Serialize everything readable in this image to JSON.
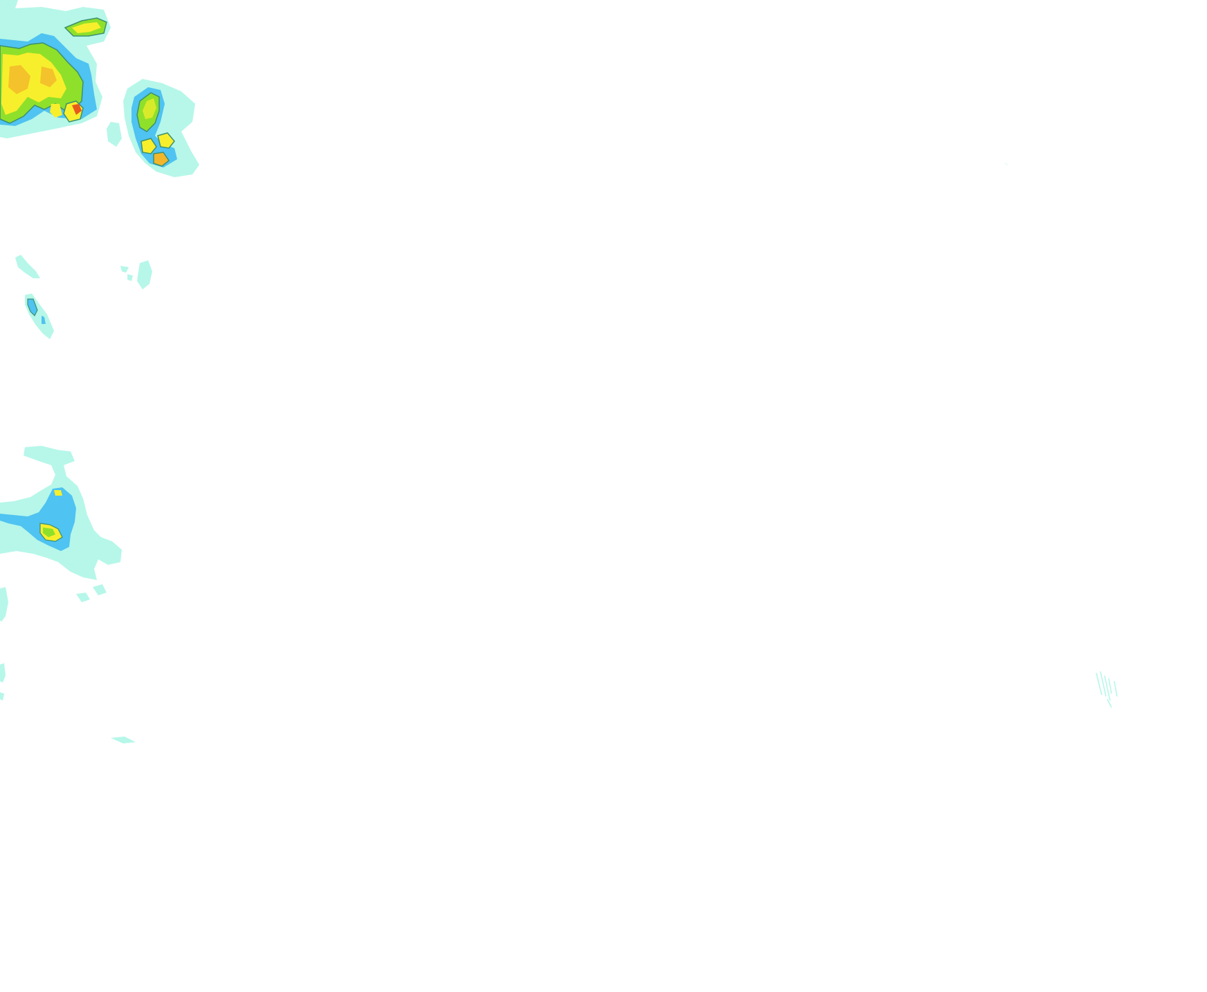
{
  "map": {
    "type": "precipitation-radar-overlay",
    "background": "#ffffff",
    "intensity_palette": {
      "very_light": "#b6f7e9",
      "light": "#4fc3f1",
      "moderate": "#8fe02a",
      "heavy": "#f7ef2c",
      "very_heavy": "#f3b62a",
      "intense": "#e85a1c",
      "contour": "#3b8f6f"
    },
    "echo_regions": [
      {
        "name": "northwest-cluster",
        "max_intensity": "intense"
      },
      {
        "name": "north-central-cluster",
        "max_intensity": "heavy"
      },
      {
        "name": "western-small-cells",
        "max_intensity": "light"
      },
      {
        "name": "southwest-cluster",
        "max_intensity": "heavy"
      },
      {
        "name": "southeast-streak",
        "max_intensity": "very_light"
      }
    ]
  }
}
